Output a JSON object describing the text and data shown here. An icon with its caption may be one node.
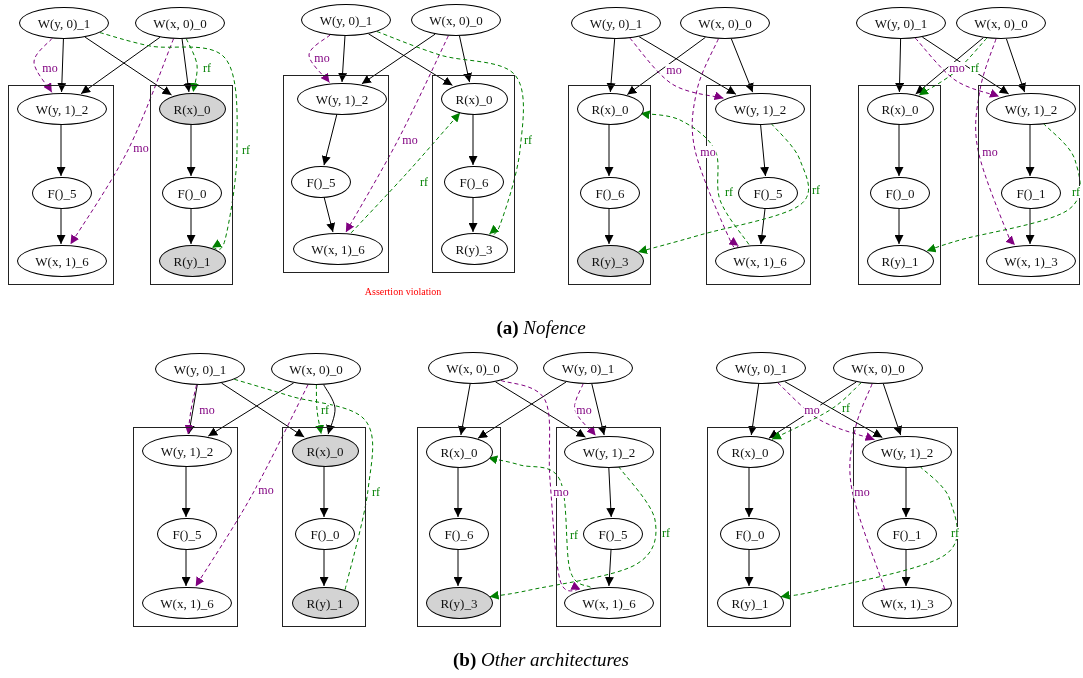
{
  "diagram": {
    "nodes": [
      {
        "text": [
          "W(y, 0)_1"
        ]
      },
      {
        "text": [
          "W(x, 0)_0"
        ]
      },
      {
        "text": [],
        "shape": "box"
      },
      {
        "text": [
          "W(y, 1)_2"
        ],
        "in": 2
      },
      {
        "text": [
          "F()_5"
        ],
        "in": 2
      },
      {
        "text": [
          "W(x, 1)_6"
        ],
        "in": 2
      },
      {
        "text": [],
        "shape": "box"
      },
      {
        "text": [
          "R(x)_0"
        ],
        "in": 6
      },
      {
        "text": [
          "F()_0"
        ],
        "in": 6
      },
      {
        "text": [
          "R(y)_1"
        ],
        "in": 6
      },
      {
        "text": [
          "W(y, 0)_1"
        ]
      },
      {
        "text": [
          "W(x, 0)_0"
        ]
      },
      {
        "text": [],
        "shape": "box"
      },
      {
        "text": [
          "W(y, 1)_2"
        ],
        "in": 12
      },
      {
        "text": [
          "F()_5"
        ],
        "in": 12
      },
      {
        "text": [
          "W(x, 1)_6"
        ],
        "in": 12
      },
      {
        "text": [],
        "shape": "box"
      },
      {
        "text": [
          "R(x)_0"
        ],
        "in": 16
      },
      {
        "text": [
          "F()_6"
        ],
        "in": 16
      },
      {
        "text": [
          "R(y)_3"
        ],
        "in": 16
      },
      {
        "text": [
          "W(y, 0)_1"
        ]
      },
      {
        "text": [
          "W(x, 0)_0"
        ]
      },
      {
        "text": [],
        "shape": "box"
      },
      {
        "text": [
          "R(x)_0"
        ],
        "in": 22
      },
      {
        "text": [
          "F()_6"
        ],
        "in": 22
      },
      {
        "text": [
          "R(y)_3"
        ],
        "in": 22
      },
      {
        "text": [],
        "shape": "box"
      },
      {
        "text": [
          "W(y, 1)_2"
        ],
        "in": 26
      },
      {
        "text": [
          "F()_5"
        ],
        "in": 26
      },
      {
        "text": [
          "W(x, 1)_6"
        ],
        "in": 26
      },
      {
        "text": [
          "W(y, 0)_1"
        ]
      },
      {
        "text": [
          "W(x, 0)_0"
        ]
      },
      {
        "text": [],
        "shape": "box"
      },
      {
        "text": [
          "R(x)_0"
        ],
        "in": 32
      },
      {
        "text": [
          "F()_0"
        ],
        "in": 32
      },
      {
        "text": [
          "R(y)_1"
        ],
        "in": 32
      },
      {
        "text": [],
        "shape": "box"
      },
      {
        "text": [
          "W(y, 1)_2"
        ],
        "in": 36
      },
      {
        "text": [
          "F()_1"
        ],
        "in": 36
      },
      {
        "text": [
          "W(x, 1)_3"
        ],
        "in": 36
      },
      {
        "text": [
          "W(y, 0)_1"
        ]
      },
      {
        "text": [
          "W(x, 0)_0"
        ]
      },
      {
        "text": [],
        "shape": "box"
      },
      {
        "text": [
          "W(y, 1)_2"
        ],
        "in": 42
      },
      {
        "text": [
          "F()_5"
        ],
        "in": 42
      },
      {
        "text": [
          "W(x, 1)_6"
        ],
        "in": 42
      },
      {
        "text": [],
        "shape": "box"
      },
      {
        "text": [
          "R(x)_0"
        ],
        "in": 46
      },
      {
        "text": [
          "F()_0"
        ],
        "in": 46
      },
      {
        "text": [
          "R(y)_1"
        ],
        "in": 46
      },
      {
        "text": [
          "W(x, 0)_0"
        ]
      },
      {
        "text": [
          "W(y, 0)_1"
        ]
      },
      {
        "text": [],
        "shape": "box"
      },
      {
        "text": [
          "R(x)_0"
        ],
        "in": 52
      },
      {
        "text": [
          "F()_6"
        ],
        "in": 52
      },
      {
        "text": [
          "R(y)_3"
        ],
        "in": 52
      },
      {
        "text": [],
        "shape": "box"
      },
      {
        "text": [
          "W(y, 1)_2"
        ],
        "in": 56
      },
      {
        "text": [
          "F()_5"
        ],
        "in": 56
      },
      {
        "text": [
          "W(x, 1)_6"
        ],
        "in": 56
      },
      {
        "text": [
          "W(y, 0)_1"
        ]
      },
      {
        "text": [
          "W(x, 0)_0"
        ]
      },
      {
        "text": [],
        "shape": "box"
      },
      {
        "text": [
          "R(x)_0"
        ],
        "in": 62
      },
      {
        "text": [
          "F()_0"
        ],
        "in": 62
      },
      {
        "text": [
          "R(y)_1"
        ],
        "in": 62
      },
      {
        "text": [],
        "shape": "box"
      },
      {
        "text": [
          "W(y, 1)_2"
        ],
        "in": 66
      },
      {
        "text": [
          "F()_1"
        ],
        "in": 66
      },
      {
        "text": [
          "W(x, 1)_3"
        ],
        "in": 66
      }
    ],
    "edges": [
      {
        "from": 0,
        "to": 3,
        "arrow": "to"
      },
      {
        "from": 0,
        "to": 7,
        "arrow": "to"
      },
      {
        "from": 1,
        "to": 3,
        "arrow": "to"
      },
      {
        "from": 1,
        "to": 7,
        "arrow": "to"
      },
      {
        "from": 3,
        "to": 4,
        "arrow": "to"
      },
      {
        "from": 4,
        "to": 5,
        "arrow": "to"
      },
      {
        "from": 7,
        "to": 8,
        "arrow": "to"
      },
      {
        "from": 8,
        "to": 9,
        "arrow": "to"
      },
      {
        "from": 0,
        "to": 3,
        "arrow": "to",
        "label": "mo",
        "style": "dashed",
        "color": "#800080"
      },
      {
        "from": 1,
        "to": 5,
        "arrow": "to",
        "label": "mo",
        "style": "dashed",
        "color": "#800080"
      },
      {
        "from": 1,
        "to": 7,
        "arrow": "to",
        "label": "rf",
        "style": "dashed",
        "color": "#008000"
      },
      {
        "from": 0,
        "to": 9,
        "arrow": "to",
        "label": "rf",
        "style": "dashed",
        "color": "#008000"
      },
      {
        "from": 10,
        "to": 13,
        "arrow": "to"
      },
      {
        "from": 10,
        "to": 17,
        "arrow": "to"
      },
      {
        "from": 11,
        "to": 13,
        "arrow": "to"
      },
      {
        "from": 11,
        "to": 17,
        "arrow": "to"
      },
      {
        "from": 13,
        "to": 14,
        "arrow": "to"
      },
      {
        "from": 14,
        "to": 15,
        "arrow": "to"
      },
      {
        "from": 17,
        "to": 18,
        "arrow": "to"
      },
      {
        "from": 18,
        "to": 19,
        "arrow": "to"
      },
      {
        "from": 10,
        "to": 13,
        "arrow": "to",
        "label": "mo",
        "style": "dashed",
        "color": "#800080"
      },
      {
        "from": 11,
        "to": 15,
        "arrow": "to",
        "label": "mo",
        "style": "dashed",
        "color": "#800080"
      },
      {
        "from": 15,
        "to": 17,
        "arrow": "to",
        "label": "rf",
        "style": "dashed",
        "color": "#008000"
      },
      {
        "from": 10,
        "to": 19,
        "arrow": "to",
        "label": "rf",
        "style": "dashed",
        "color": "#008000"
      },
      {
        "from": 20,
        "to": 23,
        "arrow": "to"
      },
      {
        "from": 20,
        "to": 27,
        "arrow": "to"
      },
      {
        "from": 21,
        "to": 23,
        "arrow": "to"
      },
      {
        "from": 21,
        "to": 27,
        "arrow": "to"
      },
      {
        "from": 23,
        "to": 24,
        "arrow": "to"
      },
      {
        "from": 24,
        "to": 25,
        "arrow": "to"
      },
      {
        "from": 27,
        "to": 28,
        "arrow": "to"
      },
      {
        "from": 28,
        "to": 29,
        "arrow": "to"
      },
      {
        "from": 20,
        "to": 27,
        "arrow": "to",
        "label": "mo",
        "style": "dashed",
        "color": "#800080"
      },
      {
        "from": 21,
        "to": 29,
        "arrow": "to",
        "label": "mo",
        "style": "dashed",
        "color": "#800080"
      },
      {
        "from": 29,
        "to": 23,
        "arrow": "to",
        "label": "rf",
        "style": "dashed",
        "color": "#008000"
      },
      {
        "from": 27,
        "to": 25,
        "arrow": "to",
        "label": "rf",
        "style": "dashed",
        "color": "#008000"
      },
      {
        "from": 30,
        "to": 33,
        "arrow": "to"
      },
      {
        "from": 30,
        "to": 37,
        "arrow": "to"
      },
      {
        "from": 31,
        "to": 33,
        "arrow": "to"
      },
      {
        "from": 31,
        "to": 37,
        "arrow": "to"
      },
      {
        "from": 33,
        "to": 34,
        "arrow": "to"
      },
      {
        "from": 34,
        "to": 35,
        "arrow": "to"
      },
      {
        "from": 37,
        "to": 38,
        "arrow": "to"
      },
      {
        "from": 38,
        "to": 39,
        "arrow": "to"
      },
      {
        "from": 30,
        "to": 37,
        "arrow": "to",
        "label": "mo",
        "style": "dashed",
        "color": "#800080"
      },
      {
        "from": 31,
        "to": 33,
        "arrow": "to",
        "label": "rf",
        "style": "dashed",
        "color": "#008000"
      },
      {
        "from": 31,
        "to": 39,
        "arrow": "to",
        "label": "mo",
        "style": "dashed",
        "color": "#800080"
      },
      {
        "from": 37,
        "to": 35,
        "arrow": "to",
        "label": "rf",
        "style": "dashed",
        "color": "#008000"
      },
      {
        "from": 40,
        "to": 43,
        "arrow": "to"
      },
      {
        "from": 40,
        "to": 47,
        "arrow": "to"
      },
      {
        "from": 41,
        "to": 43,
        "arrow": "to"
      },
      {
        "from": 41,
        "to": 47,
        "arrow": "to"
      },
      {
        "from": 43,
        "to": 44,
        "arrow": "to"
      },
      {
        "from": 44,
        "to": 45,
        "arrow": "to"
      },
      {
        "from": 47,
        "to": 48,
        "arrow": "to"
      },
      {
        "from": 48,
        "to": 49,
        "arrow": "to"
      },
      {
        "from": 40,
        "to": 43,
        "arrow": "to",
        "label": "mo",
        "style": "dashed",
        "color": "#800080"
      },
      {
        "from": 41,
        "to": 45,
        "arrow": "to",
        "label": "mo",
        "style": "dashed",
        "color": "#800080"
      },
      {
        "from": 41,
        "to": 47,
        "arrow": "to",
        "label": "rf",
        "style": "dashed",
        "color": "#008000"
      },
      {
        "from": 40,
        "to": 49,
        "arrow": "to",
        "label": "rf",
        "style": "dashed",
        "color": "#008000"
      },
      {
        "from": 50,
        "to": 53,
        "arrow": "to"
      },
      {
        "from": 50,
        "to": 57,
        "arrow": "to"
      },
      {
        "from": 51,
        "to": 53,
        "arrow": "to"
      },
      {
        "from": 51,
        "to": 57,
        "arrow": "to"
      },
      {
        "from": 53,
        "to": 54,
        "arrow": "to"
      },
      {
        "from": 54,
        "to": 55,
        "arrow": "to"
      },
      {
        "from": 57,
        "to": 58,
        "arrow": "to"
      },
      {
        "from": 58,
        "to": 59,
        "arrow": "to"
      },
      {
        "from": 51,
        "to": 57,
        "arrow": "to",
        "label": "mo",
        "style": "dashed",
        "color": "#800080"
      },
      {
        "from": 50,
        "to": 59,
        "arrow": "to",
        "label": "mo",
        "style": "dashed",
        "color": "#800080"
      },
      {
        "from": 59,
        "to": 53,
        "arrow": "to",
        "label": "rf",
        "style": "dashed",
        "color": "#008000"
      },
      {
        "from": 57,
        "to": 55,
        "arrow": "to",
        "label": "rf",
        "style": "dashed",
        "color": "#008000"
      },
      {
        "from": 60,
        "to": 63,
        "arrow": "to"
      },
      {
        "from": 60,
        "to": 67,
        "arrow": "to"
      },
      {
        "from": 61,
        "to": 63,
        "arrow": "to"
      },
      {
        "from": 61,
        "to": 67,
        "arrow": "to"
      },
      {
        "from": 63,
        "to": 64,
        "arrow": "to"
      },
      {
        "from": 64,
        "to": 65,
        "arrow": "to"
      },
      {
        "from": 67,
        "to": 68,
        "arrow": "to"
      },
      {
        "from": 68,
        "to": 69,
        "arrow": "to"
      },
      {
        "from": 60,
        "to": 67,
        "arrow": "to",
        "label": "mo",
        "style": "dashed",
        "color": "#800080"
      },
      {
        "from": 61,
        "to": 63,
        "arrow": "to",
        "label": "rf",
        "style": "dashed",
        "color": "#008000"
      },
      {
        "from": 61,
        "to": 69,
        "arrow": "to",
        "label": "mo",
        "style": "dashed",
        "color": "#800080"
      },
      {
        "from": 67,
        "to": 65,
        "arrow": "to",
        "label": "rf",
        "style": "dashed",
        "color": "#008000"
      }
    ],
    "labels": [
      "Assertion violation",
      "**(a)** *Nofence*",
      "**(b)** *Other architectures*"
    ]
  }
}
